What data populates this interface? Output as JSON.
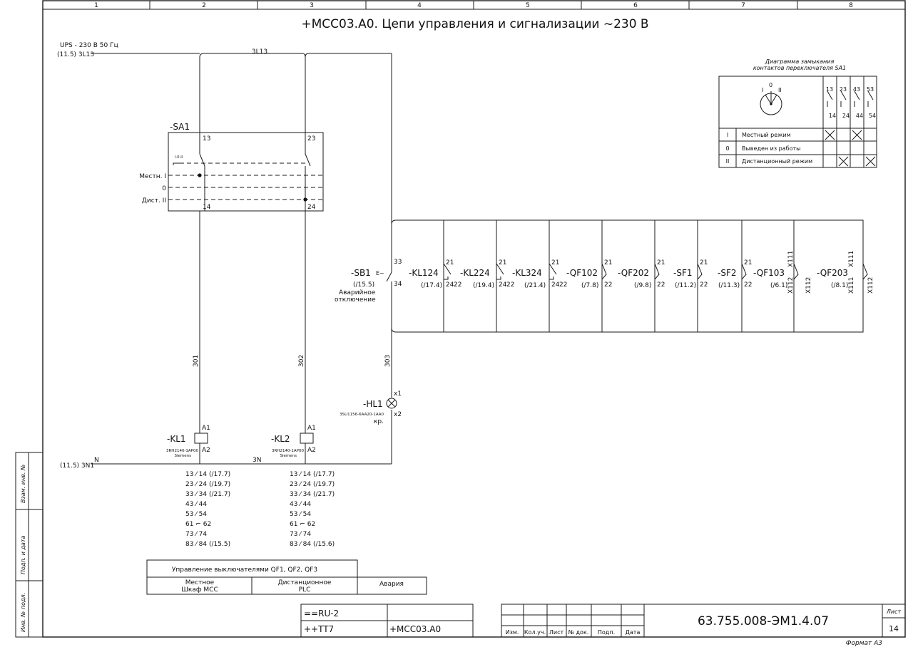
{
  "grid": {
    "columns": [
      "1",
      "2",
      "3",
      "4",
      "5",
      "6",
      "7",
      "8"
    ]
  },
  "title": "+MCC03.A0. Цепи управления и сигнализации ~230 В",
  "supply": {
    "line1": "UPS - 230 В 50 Гц",
    "line2": "(11.5) 3L13",
    "bus": "3L13",
    "neutral_ref": "(11.5) 3N1",
    "neutral_n": "N",
    "neutral_3n": "3N"
  },
  "sa1": {
    "tag": "-SA1",
    "term_13": "13",
    "term_23": "23",
    "term_14": "14",
    "term_24": "24",
    "pos_small": "I-0-II",
    "pos_local": "Местн. I",
    "pos_zero": "0",
    "pos_remote": "Дист. II"
  },
  "wires": {
    "w301": "301",
    "w302": "302",
    "w303": "303"
  },
  "sb1": {
    "tag": "-SB1",
    "symbol": "E~",
    "ref": "(/15.5)",
    "t33": "33",
    "t34": "34",
    "desc_1": "Аварийное",
    "desc_2": "отключение"
  },
  "contacts": [
    {
      "tag": "-KL124",
      "ref": "(/17.4)",
      "t1": "21",
      "t2": "24",
      "t3": "22"
    },
    {
      "tag": "-KL224",
      "ref": "(/19.4)",
      "t1": "21",
      "t2": "24",
      "t3": "22"
    },
    {
      "tag": "-KL324",
      "ref": "(/21.4)",
      "t1": "21",
      "t2": "24",
      "t3": "22"
    },
    {
      "tag": "-QF102",
      "ref": "(/7.8)",
      "t1": "21",
      "t2": "",
      "t3": "22"
    },
    {
      "tag": "-QF202",
      "ref": "(/9.8)",
      "t1": "21",
      "t2": "",
      "t3": "22"
    },
    {
      "tag": "-SF1",
      "ref": "(/11.2)",
      "t1": "21",
      "t2": "",
      "t3": "22"
    },
    {
      "tag": "-SF2",
      "ref": "(/11.3)",
      "t1": "21",
      "t2": "",
      "t3": "22"
    },
    {
      "tag": "-QF103",
      "ref": "(/6.1)",
      "t1": "21",
      "t2": "",
      "t3": "22"
    },
    {
      "tag": "-QF203",
      "ref": "(/8.1)",
      "t1": "",
      "t2": "",
      "t3": ""
    }
  ],
  "x_terms": {
    "x111": "X111",
    "x112": "X112"
  },
  "hl1": {
    "tag": "-HL1",
    "x1": "x1",
    "x2": "x2",
    "part": "3SU1156-6AA20-1AA0",
    "color": "кр."
  },
  "kl1": {
    "tag": "-KL1",
    "a1": "A1",
    "a2": "A2",
    "part": "3RH2140-1AP00",
    "maker": "Siemens",
    "contacts": [
      "13 ⁄ 14 (/17.7)",
      "23 ⁄ 24 (/19.7)",
      "33 ⁄ 34 (/21.7)",
      "43 ⁄ 44",
      "53 ⁄ 54",
      "61 ⌐ 62",
      "73 ⁄ 74",
      "83 ⁄ 84 (/15.5)"
    ]
  },
  "kl2": {
    "tag": "-KL2",
    "a1": "A1",
    "a2": "A2",
    "part": "3RH2140-1AP00",
    "maker": "Siemens",
    "contacts": [
      "13 ⁄ 14 (/17.7)",
      "23 ⁄ 24 (/19.7)",
      "33 ⁄ 34 (/21.7)",
      "43 ⁄ 44",
      "53 ⁄ 54",
      "61 ⌐ 62",
      "73 ⁄ 74",
      "83 ⁄ 84 (/15.6)"
    ]
  },
  "diagram_table": {
    "heading_1": "Диаграмма замыкания",
    "heading_2": "контактов переключателя SA1",
    "dial_I": "I",
    "dial_0": "0",
    "dial_II": "II",
    "top_terms": [
      "13",
      "23",
      "43",
      "53"
    ],
    "bot_terms": [
      "14",
      "24",
      "44",
      "54"
    ],
    "rows": [
      {
        "pos": "I",
        "label": "Местный режим"
      },
      {
        "pos": "0",
        "label": "Выведен из работы"
      },
      {
        "pos": "II",
        "label": "Дистанционный режим"
      }
    ]
  },
  "mode_table": {
    "title": "Управление выключателями QF1, QF2, QF3",
    "local_1": "Местное",
    "local_2": "Шкаф MCC",
    "remote_1": "Дистанционное",
    "remote_2": "PLC",
    "alarm": "Авария"
  },
  "side_stamps": [
    "Взам. инв. №",
    "Подп. и дата",
    "Инв. № подл."
  ],
  "title_block": {
    "ref1": "==RU-2",
    "ref2": "++TT7",
    "ref3": "+MCC03.A0",
    "cols": [
      "Изм.",
      "Кол.уч.",
      "Лист",
      "№ док.",
      "Подп.",
      "Дата"
    ],
    "doc_number": "63.755.008-ЭМ1.4.07",
    "sheet_label": "Лист",
    "sheet_number": "14",
    "format": "Формат А3"
  }
}
